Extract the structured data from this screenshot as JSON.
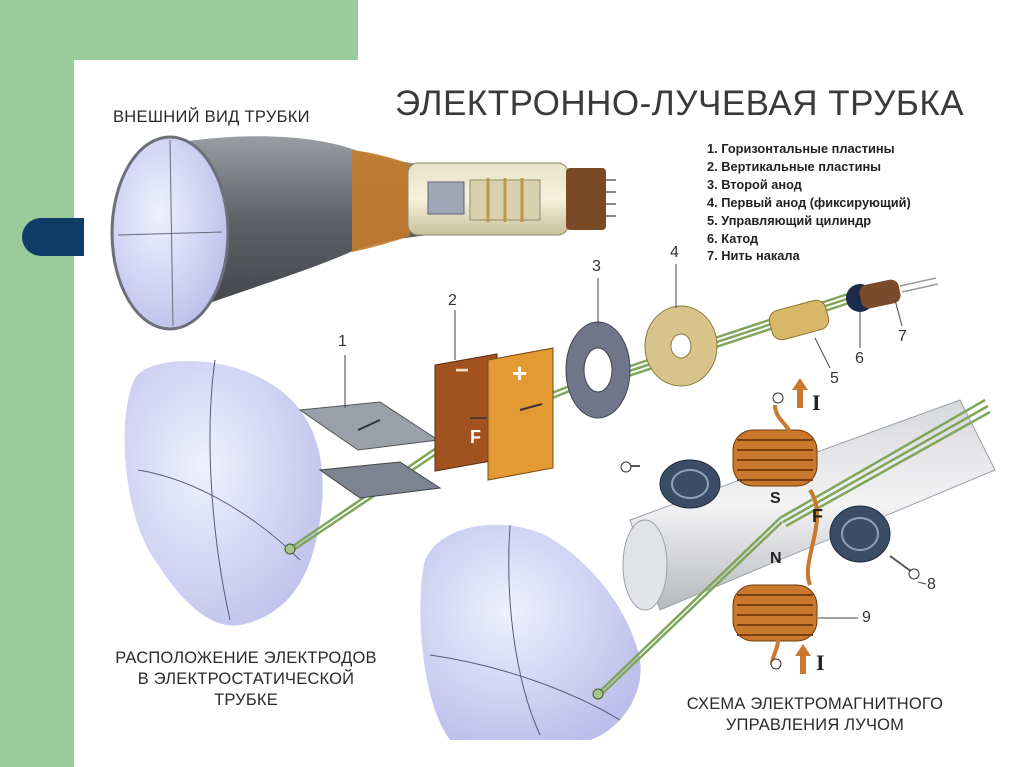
{
  "title": "ЭЛЕКТРОННО-ЛУЧЕВАЯ ТРУБКА",
  "external_view_label": "ВНЕШНИЙ ВИД ТРУБКИ",
  "legend": [
    "1. Горизонтальные пластины",
    "2. Вертикальные пластины",
    "3. Второй анод",
    "4. Первый анод (фиксирующий)",
    "5. Управляющий цилиндр",
    "6. Катод",
    "7. Нить накала"
  ],
  "caption_electrostatic": [
    "РАСПОЛОЖЕНИЕ ЭЛЕКТРОДОВ",
    "В ЭЛЕКТРОСТАТИЧЕСКОЙ",
    "ТРУБКЕ"
  ],
  "caption_electromagnetic": [
    "СХЕМА ЭЛЕКТРОМАГНИТНОГО",
    "УПРАВЛЕНИЯ ЛУЧОМ"
  ],
  "numbers": {
    "n1": "1",
    "n2": "2",
    "n3": "3",
    "n4": "4",
    "n5": "5",
    "n6": "6",
    "n7": "7",
    "n8": "8",
    "n9": "9"
  },
  "plate_signs": {
    "minus": "−",
    "plus": "+"
  },
  "force_label": "F",
  "current_label": "I",
  "pole_s": "S",
  "pole_n": "N",
  "colors": {
    "green_bg": "#9ccb9b",
    "tab": "#0e3e67",
    "screen": "#c9cbf2",
    "copper": "#c9782c",
    "plate_gold": "#e39a33",
    "plate_brown": "#a2521f",
    "beam": "#7fa65a"
  }
}
